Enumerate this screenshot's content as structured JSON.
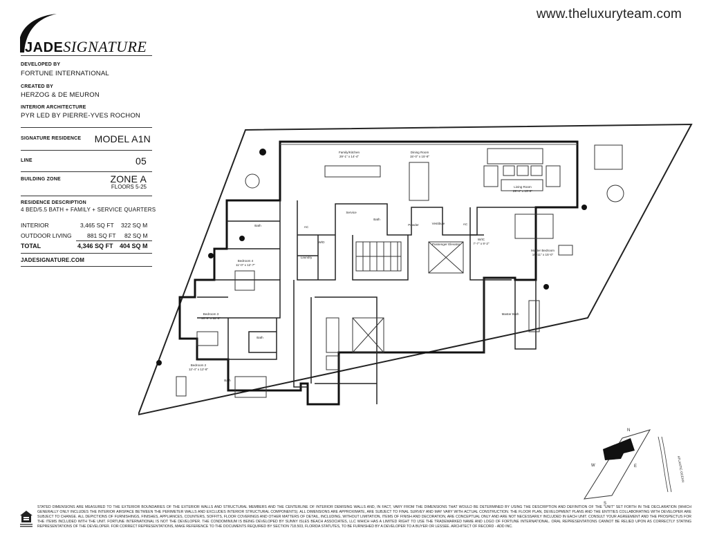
{
  "website": "www.theluxuryteam.com",
  "logo": {
    "bold": "JADE",
    "italic": "SIGNATURE"
  },
  "credits": [
    {
      "label": "DEVELOPED BY",
      "value": "FORTUNE INTERNATIONAL"
    },
    {
      "label": "CREATED BY",
      "value": "HERZOG & DE MEURON"
    },
    {
      "label": "INTERIOR ARCHITECTURE",
      "value": "PYR LED BY PIERRE-YVES ROCHON"
    }
  ],
  "residence": {
    "label": "SIGNATURE RESIDENCE",
    "value": "MODEL A1N"
  },
  "line": {
    "label": "LINE",
    "value": "05"
  },
  "zone": {
    "label": "BUILDING ZONE",
    "value": "ZONE A",
    "floors": "FLOORS 5-25"
  },
  "description": {
    "label": "RESIDENCE DESCRIPTION",
    "value": "4 BED/5.5 BATH + FAMILY + SERVICE QUARTERS"
  },
  "areas": [
    {
      "name": "INTERIOR",
      "sqft": "3,465 SQ FT",
      "sqm": "322 SQ M"
    },
    {
      "name": "OUTDOOR LIVING",
      "sqft": "881 SQ FT",
      "sqm": "82 SQ M"
    }
  ],
  "total": {
    "name": "TOTAL",
    "sqft": "4,346 SQ FT",
    "sqm": "404 SQ M"
  },
  "url": "JADESIGNATURE.COM",
  "rooms": {
    "family_kitchen": "Family/Kitchen",
    "family_kitchen_dim": "29'-1\" x 14'-4\"",
    "dining": "Dining Room",
    "dining_dim": "15'-0\" x 15'-8\"",
    "living": "Living Room",
    "living_dim": "29'-4\" x 15'-9\"",
    "master_bedroom": "Master Bedroom",
    "master_bedroom_dim": "16'-11\" x 15'-0\"",
    "master_bath": "Master Bath",
    "wic": "W/IC",
    "wic_dim": "7'-7\" x 9'-2\"",
    "bedroom4": "Bedroom 4",
    "bedroom4_dim": "11'-0\" x 12'-7\"",
    "bedroom3": "Bedroom 3",
    "bedroom3_dim": "10'-9\" x 11'-6\"",
    "bedroom2": "Bedroom 2",
    "bedroom2_dim": "12'-4\" x 12'-8\"",
    "bath": "Bath",
    "service": "Service",
    "laundry": "Laundry",
    "powder": "Powder",
    "vestibule": "Vestibule",
    "elevator": "Passenger Elevator",
    "ac": "AC",
    "wd": "W/D"
  },
  "compass": {
    "n": "N",
    "s": "S",
    "e": "E",
    "w": "W",
    "ocean": "ATLANTIC OCEAN"
  },
  "disclaimer": "STATED DIMENSIONS ARE MEASURED TO THE EXTERIOR BOUNDARIES OF THE EXTERIOR WALLS AND STRUCTURAL MEMBERS AND THE CENTERLINE OF INTERIOR DEMISING WALLS AND, IN FACT, VARY FROM THE DIMENSIONS THAT WOULD BE DETERMINED BY USING THE DESCRIPTION AND DEFINITION OF THE \"UNIT\" SET FORTH IN THE DECLARATION (WHICH GENERALLY ONLY INCLUDES THE INTERIOR AIRSPACE BETWEEN THE PERIMETER WALLS AND EXCLUDES INTERIOR STRUCTURAL COMPONENTS). ALL DIMENSIONS ARE APPROXIMATE, ARE SUBJECT TO FINAL SURVEY AND MAY VARY WITH ACTUAL CONSTRUCTION. THE FLOOR PLAN, DEVELOPMENT PLANS AND THE ENTITIES COLLABORATING WITH DEVELOPER ARE SUBJECT TO CHANGE. ALL DEPICTIONS OF FURNISHINGS, FINISHES, APPLIANCES, COUNTERS, SOFFITS, FLOOR COVERINGS AND OTHER MATTERS OF DETAIL, INCLUDING, WITHOUT LIMITATION, ITEMS OF FINISH AND DECORATION, ARE CONCEPTUAL ONLY AND ARE NOT NECESSARILY INCLUDED IN EACH UNIT. CONSULT YOUR AGREEMENT AND THE PROSPECTUS FOR THE ITEMS INCLUDED WITH THE UNIT. FORTUNE INTERNATIONAL IS NOT THE DEVELOPER. THE CONDOMINIUM IS BEING DEVELOPED BY SUNNY ISLES BEACH ASSOCIATES, LLC WHICH HAS A LIMITED RIGHT TO USE THE TRADEMARKED NAME AND LOGO OF FORTUNE INTERNATIONAL. ORAL REPRESENTATIONS CANNOT BE RELIED UPON AS CORRECTLY STATING REPRESENTATIONS OF THE DEVELOPER. FOR CORRECT REPRESENTATIONS, MAKE REFERENCE TO THE DOCUMENTS REQUIRED BY SECTION 718.503, FLORIDA STATUTES, TO BE FURNISHED BY A DEVELOPER TO A BUYER OR LESSEE. ARCHITECT OF RECORD - ADD INC."
}
